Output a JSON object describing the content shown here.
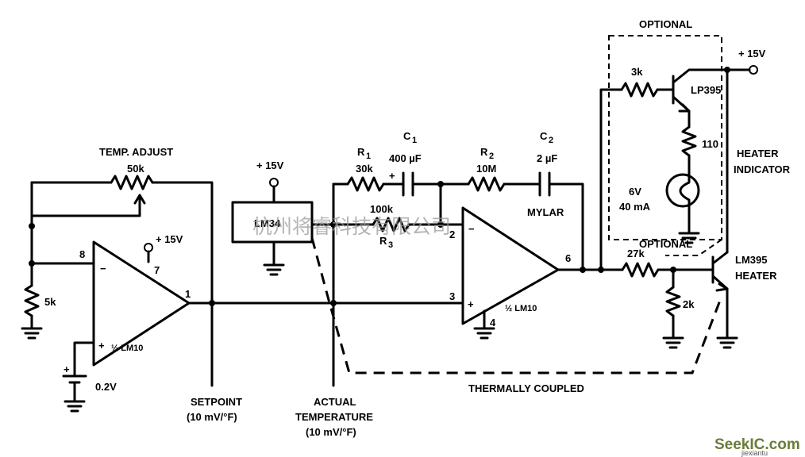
{
  "labels": {
    "optional": "OPTIONAL",
    "plus15_top": "+ 15V",
    "r_3k": "3k",
    "lp395": "LP395",
    "r_110": "110",
    "heater_indicator_1": "HEATER",
    "heater_indicator_2": "INDICATOR",
    "lamp_1": "6V",
    "lamp_2": "40 mA",
    "temp_adjust": "TEMP. ADJUST",
    "pot_50k": "50k",
    "plus15_lm34": "+ 15V",
    "lm34": "LM34",
    "r1": "R",
    "r1_sub": "1",
    "r1_val": "30k",
    "c1": "C",
    "c1_sub": "1",
    "c1_val": "400 µF",
    "r2": "R",
    "r2_sub": "2",
    "r2_val": "10M",
    "c2": "C",
    "c2_sub": "2",
    "c2_val": "2 µF",
    "mylar": "MYLAR",
    "r3_val": "100k",
    "r3": "R",
    "r3_sub": "3",
    "pin2": "2",
    "pin3": "3",
    "pin4": "4",
    "pin6": "6",
    "lm10_b": "½ LM10",
    "r_27k": "27k",
    "r_2k": "2k",
    "lm395_1": "LM395",
    "lm395_2": "HEATER",
    "pin8": "8",
    "pin7": "7",
    "pin1": "1",
    "plus15_amp": "+ 15V",
    "r_5k": "5k",
    "lm10_a": "½ LM10",
    "v02": "0.2V",
    "setpoint_1": "SETPOINT",
    "setpoint_2": "(10 mV/°F)",
    "actual_1": "ACTUAL",
    "actual_2": "TEMPERATURE",
    "actual_3": "(10 mV/°F)",
    "thermally_coupled": "THERMALLY COUPLED"
  },
  "watermark": {
    "text": "杭州将睿科技有限公司",
    "logo": "SeekIC.com",
    "logo_sub": "jiexiantu"
  }
}
